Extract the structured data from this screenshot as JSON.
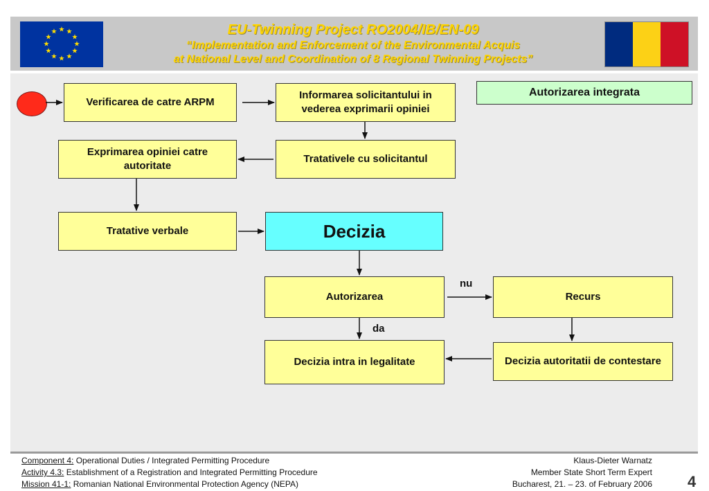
{
  "header": {
    "line1": "EU-Twinning  Project  RO2004/IB/EN-09",
    "line2": "“Implementation and Enforcement of the Environmental Acquis",
    "line3": "at National Level and Coordination of 8 Regional Twinning Projects”"
  },
  "diagram": {
    "legend": "Autorizarea integrata",
    "nodes": {
      "verificarea": "Verificarea de catre ARPM",
      "informarea": "Informarea solicitantului in vederea exprimarii opiniei",
      "exprimarea": "Exprimarea opiniei catre autoritate",
      "tratativele": "Tratativele cu solicitantul",
      "tratative_verbale": "Tratative verbale",
      "decizia": "Decizia",
      "autorizarea": "Autorizarea",
      "recurs": "Recurs",
      "decizia_legalitate": "Decizia intra in legalitate",
      "decizia_contestare": "Decizia autoritatii de contestare"
    },
    "edge_labels": {
      "nu": "nu",
      "da": "da"
    }
  },
  "footer": {
    "left": [
      {
        "label": "Component 4:",
        "text": " Operational Duties / Integrated Permitting Procedure"
      },
      {
        "label": "Activity 4.3:",
        "text": " Establishment of a Registration and Integrated Permitting Procedure"
      },
      {
        "label": "Mission 41-1:",
        "text": " Romanian National Environmental Protection Agency (NEPA)"
      }
    ],
    "right": [
      "Klaus-Dieter Warnatz",
      "Member State Short Term Expert",
      "Bucharest,  21. – 23. of February  2006"
    ],
    "page_number": "4"
  },
  "colors": {
    "eu_blue": "#0033a0",
    "eu_star": "#ffdd00",
    "ro_blue": "#002b7f",
    "ro_yellow": "#fcd116",
    "ro_red": "#ce1126"
  }
}
